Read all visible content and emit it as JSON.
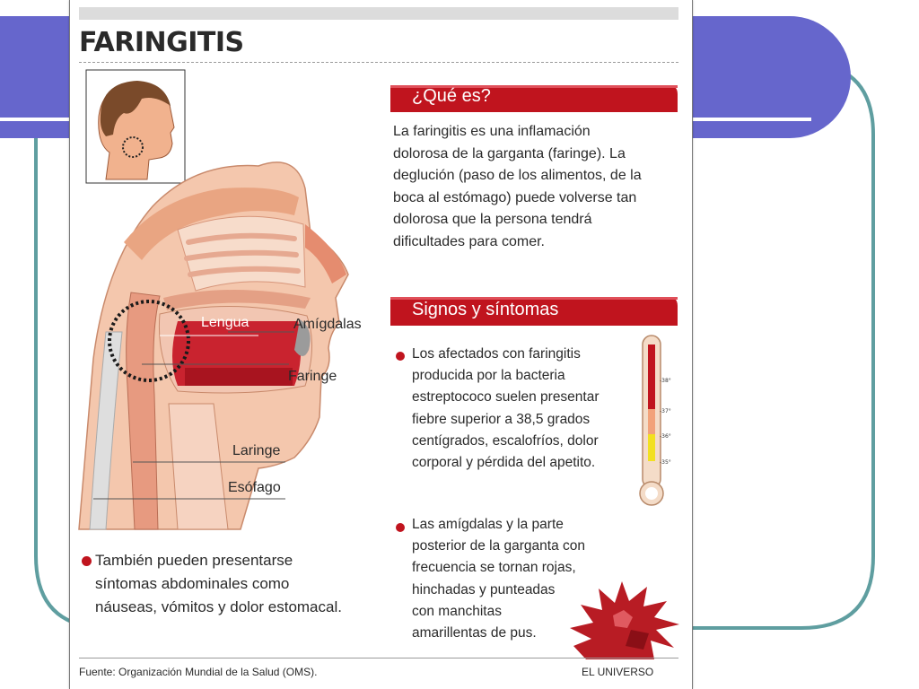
{
  "title": "FARINGITIS",
  "labels": {
    "lengua": "Lengua",
    "amigdalas": "Amígdalas",
    "faringe": "Faringe",
    "laringe": "Laringe",
    "esofago": "Esófago"
  },
  "que_es": {
    "heading": "¿Qué es?",
    "lines": [
      "La faringitis es una inflamación",
      "dolorosa de la garganta (faringe).  La",
      "deglución (paso de los alimentos, de la",
      "boca al estómago) puede volverse tan",
      "dolorosa que la persona tendrá",
      "dificultades para comer."
    ]
  },
  "signos": {
    "heading": "Signos y síntomas",
    "bullet1": [
      "Los afectados con faringitis",
      "producida por la bacteria",
      "estreptococo suelen presentar",
      "fiebre superior a 38,5 grados",
      "centígrados, escalofríos, dolor",
      "corporal y pérdida del apetito."
    ],
    "bullet2": [
      "Las amígdalas y la parte",
      "posterior de la garganta con",
      "frecuencia se tornan rojas,",
      "hinchadas y punteadas",
      "con manchitas",
      "amarillentas de pus."
    ]
  },
  "note": [
    "También pueden presentarse",
    "síntomas abdominales como",
    "náuseas, vómitos y dolor estomacal."
  ],
  "thermometer_ticks": [
    "-38°",
    "-37°",
    "-36°",
    "-35°"
  ],
  "footer": {
    "source": "Fuente: Organización Mundial de la Salud (OMS).",
    "credit": "EL UNIVERSO"
  },
  "colors": {
    "accent_red": "#c0141e",
    "slide_blue": "#6666cc",
    "slide_teal": "#5f9ea0"
  }
}
